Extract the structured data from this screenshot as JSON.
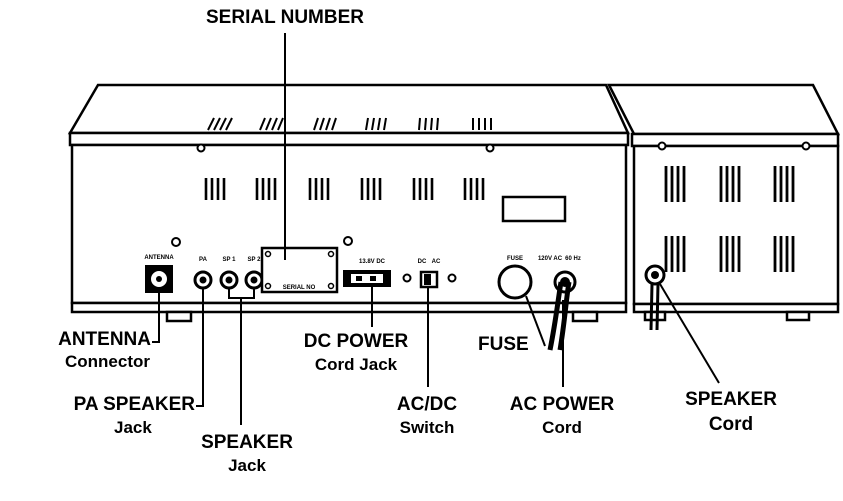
{
  "labels": {
    "serial_number": "SERIAL NUMBER",
    "antenna_line1": "ANTENNA",
    "antenna_line2": "Connector",
    "pa_speaker_line1": "PA SPEAKER",
    "pa_speaker_line2": "Jack",
    "speaker_jack_line1": "SPEAKER",
    "speaker_jack_line2": "Jack",
    "dc_power_line1": "DC POWER",
    "dc_power_line2": "Cord Jack",
    "acdc_line1": "AC/DC",
    "acdc_line2": "Switch",
    "fuse": "FUSE",
    "ac_power_line1": "AC POWER",
    "ac_power_line2": "Cord",
    "speaker_cord_line1": "SPEAKER",
    "speaker_cord_line2": "Cord"
  },
  "panel_text": {
    "antenna": "ANTENNA",
    "pa": "PA",
    "sp1": "SP 1",
    "sp2": "SP 2",
    "serial_no": "SERIAL NO",
    "dc_13v": "13.8V DC",
    "dc": "DC",
    "ac": "AC",
    "fuse": "FUSE",
    "ac_120v": "120V AC",
    "hz": "60 Hz"
  }
}
